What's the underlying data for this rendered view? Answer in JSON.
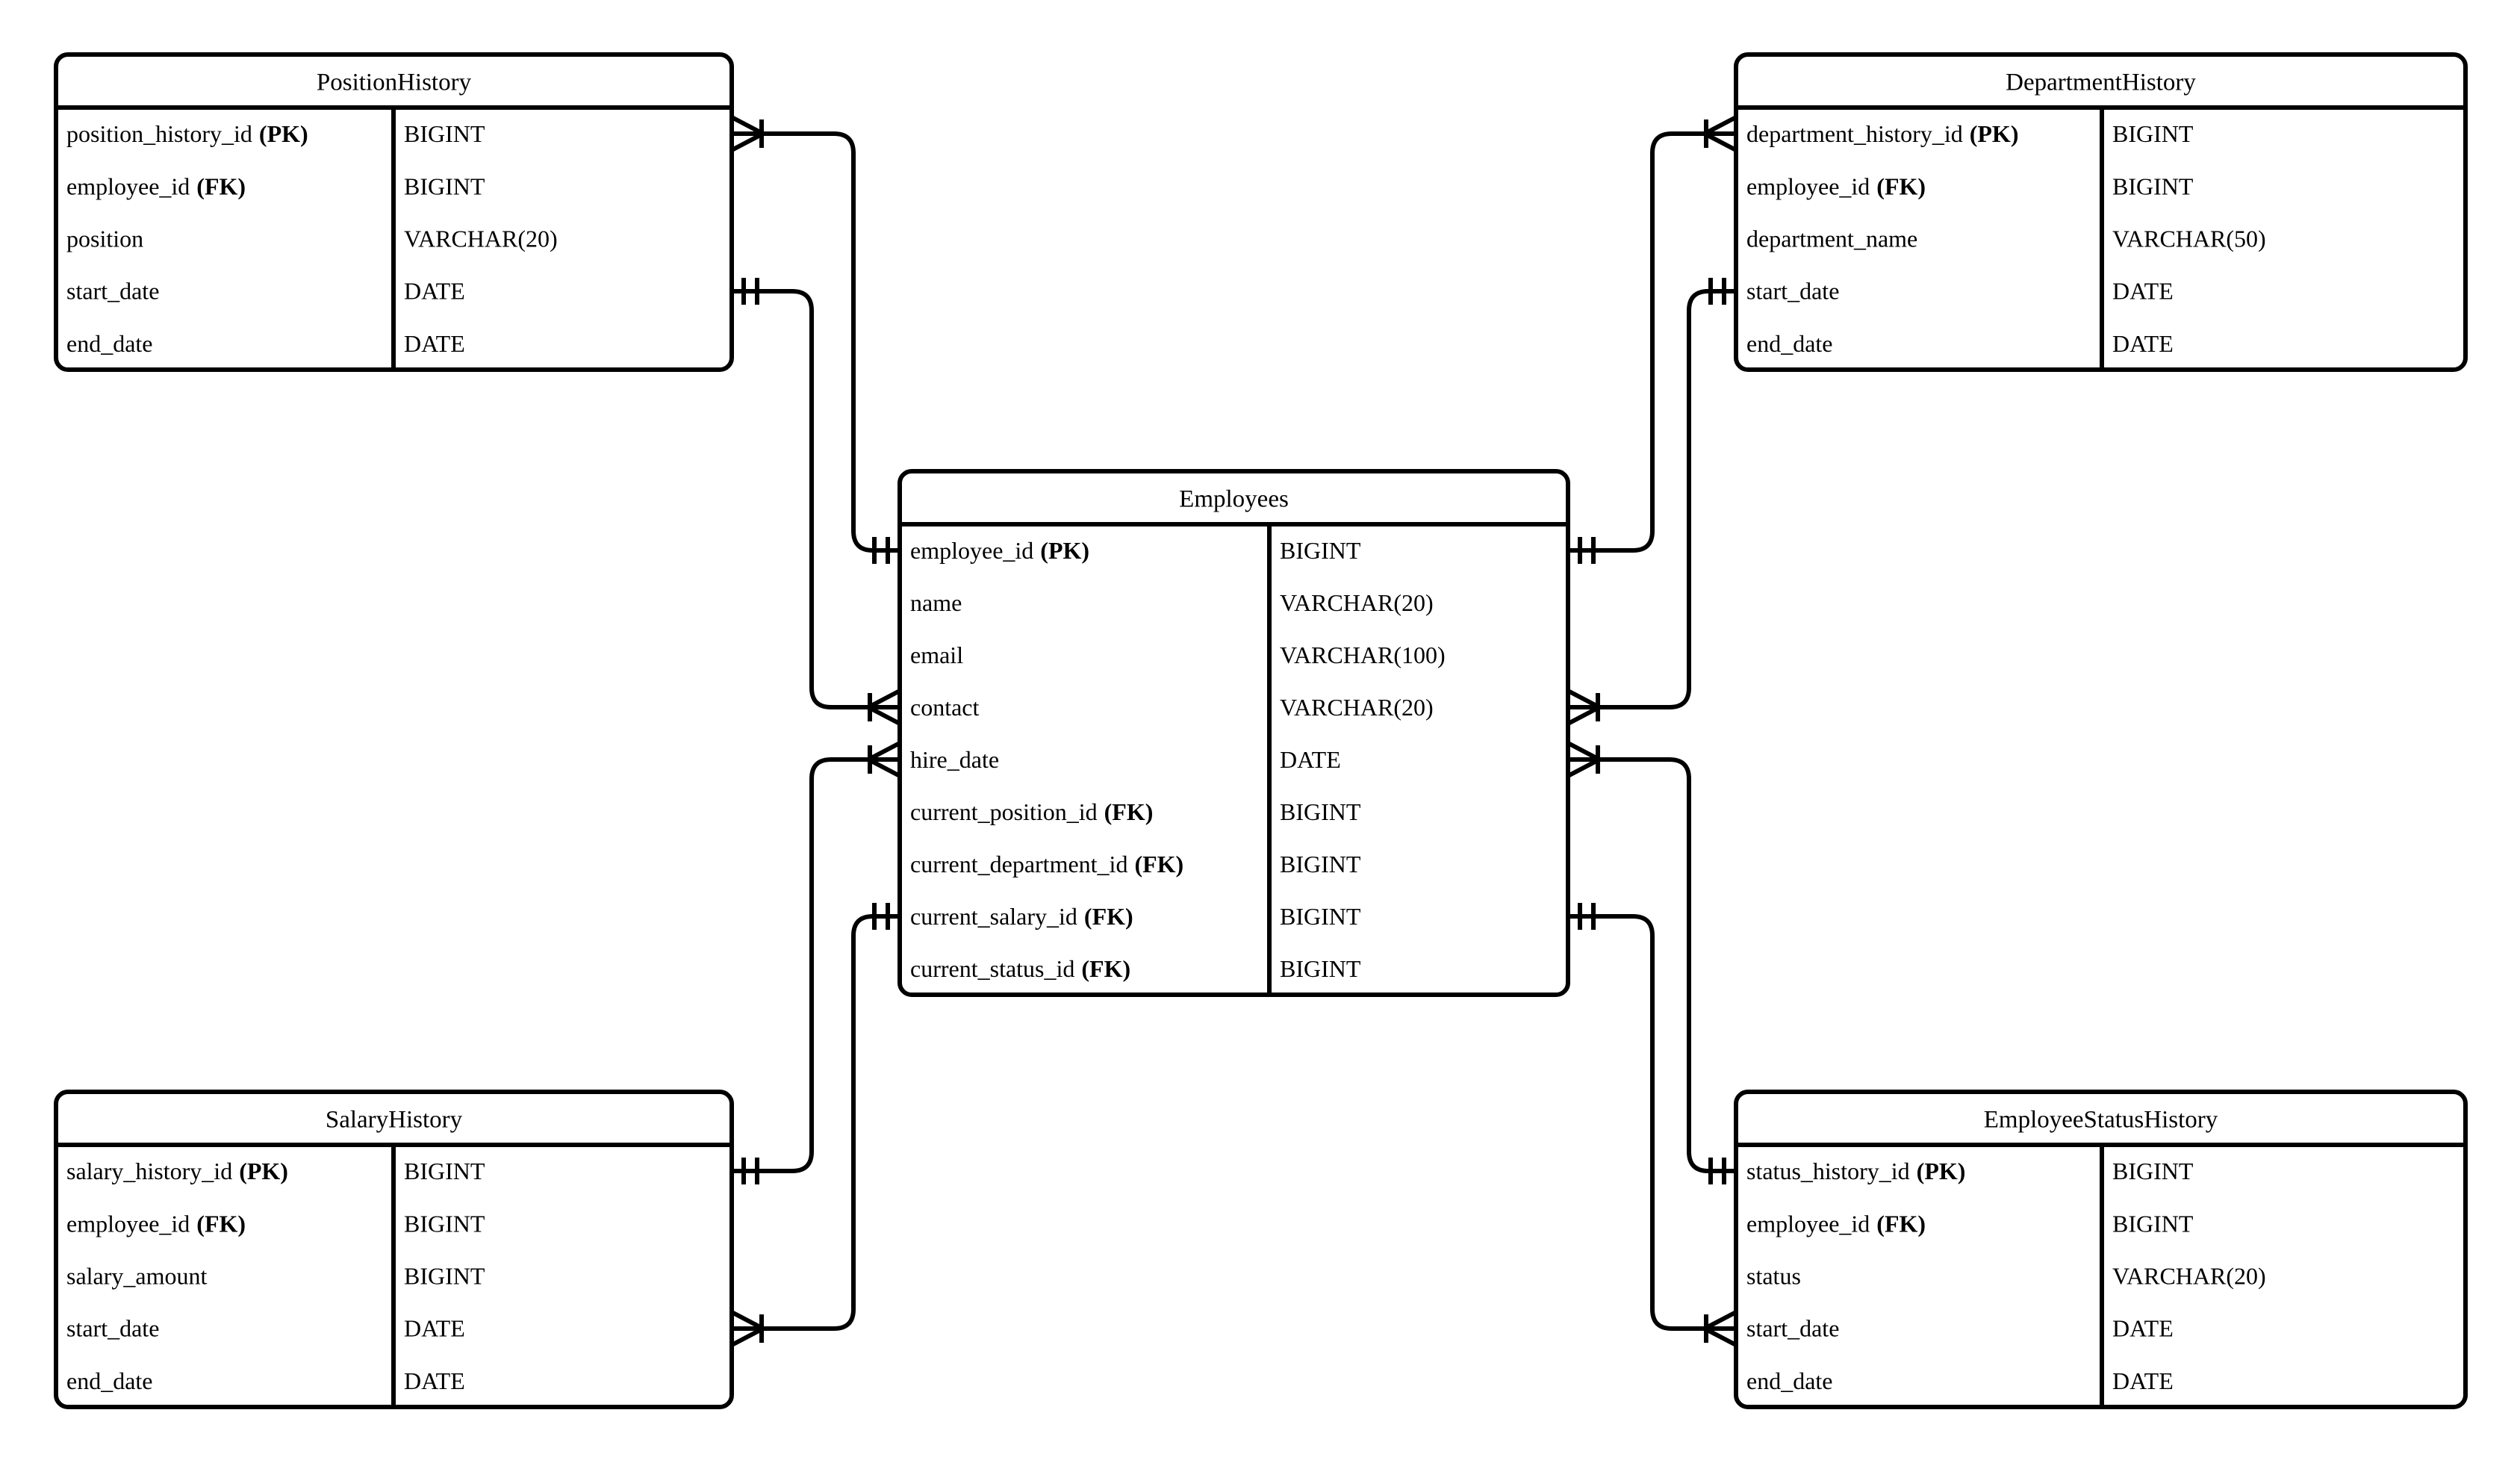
{
  "diagram": {
    "kind": "entity-relationship-diagram",
    "colors": {
      "background": "#ffffff",
      "line": "#000000",
      "text": "#000000"
    },
    "tables": [
      {
        "id": "position-history",
        "title": "PositionHistory",
        "fields": [
          {
            "name": "position_history_id",
            "key_label": "(PK)",
            "type": "BIGINT"
          },
          {
            "name": "employee_id",
            "key_label": "(FK)",
            "type": "BIGINT"
          },
          {
            "name": "position",
            "key_label": "",
            "type": "VARCHAR(20)"
          },
          {
            "name": "start_date",
            "key_label": "",
            "type": "DATE"
          },
          {
            "name": "end_date",
            "key_label": "",
            "type": "DATE"
          }
        ]
      },
      {
        "id": "department-history",
        "title": "DepartmentHistory",
        "fields": [
          {
            "name": "department_history_id",
            "key_label": "(PK)",
            "type": "BIGINT"
          },
          {
            "name": "employee_id",
            "key_label": "(FK)",
            "type": "BIGINT"
          },
          {
            "name": "department_name",
            "key_label": "",
            "type": "VARCHAR(50)"
          },
          {
            "name": "start_date",
            "key_label": "",
            "type": "DATE"
          },
          {
            "name": "end_date",
            "key_label": "",
            "type": "DATE"
          }
        ]
      },
      {
        "id": "employees",
        "title": "Employees",
        "fields": [
          {
            "name": "employee_id",
            "key_label": "(PK)",
            "type": "BIGINT"
          },
          {
            "name": "name",
            "key_label": "",
            "type": "VARCHAR(20)"
          },
          {
            "name": "email",
            "key_label": "",
            "type": "VARCHAR(100)"
          },
          {
            "name": "contact",
            "key_label": "",
            "type": "VARCHAR(20)"
          },
          {
            "name": "hire_date",
            "key_label": "",
            "type": "DATE"
          },
          {
            "name": "current_position_id",
            "key_label": "(FK)",
            "type": "BIGINT"
          },
          {
            "name": "current_department_id",
            "key_label": "(FK)",
            "type": "BIGINT"
          },
          {
            "name": "current_salary_id",
            "key_label": "(FK)",
            "type": "BIGINT"
          },
          {
            "name": "current_status_id",
            "key_label": "(FK)",
            "type": "BIGINT"
          }
        ]
      },
      {
        "id": "salary-history",
        "title": "SalaryHistory",
        "fields": [
          {
            "name": "salary_history_id",
            "key_label": "(PK)",
            "type": "BIGINT"
          },
          {
            "name": "employee_id",
            "key_label": "(FK)",
            "type": "BIGINT"
          },
          {
            "name": "salary_amount",
            "key_label": "",
            "type": "BIGINT"
          },
          {
            "name": "start_date",
            "key_label": "",
            "type": "DATE"
          },
          {
            "name": "end_date",
            "key_label": "",
            "type": "DATE"
          }
        ]
      },
      {
        "id": "employee-status-history",
        "title": "EmployeeStatusHistory",
        "fields": [
          {
            "name": "status_history_id",
            "key_label": "(PK)",
            "type": "BIGINT"
          },
          {
            "name": "employee_id",
            "key_label": "(FK)",
            "type": "BIGINT"
          },
          {
            "name": "status",
            "key_label": "",
            "type": "VARCHAR(20)"
          },
          {
            "name": "start_date",
            "key_label": "",
            "type": "DATE"
          },
          {
            "name": "end_date",
            "key_label": "",
            "type": "DATE"
          }
        ]
      }
    ],
    "relationships": [
      {
        "from_table": "PositionHistory",
        "from_row": "position_history_id",
        "from_cardinality": "many",
        "to_table": "Employees",
        "to_row": "employee_id",
        "to_cardinality": "one"
      },
      {
        "from_table": "PositionHistory",
        "from_row": "start_date",
        "from_cardinality": "one",
        "to_table": "Employees",
        "to_row": "contact",
        "to_cardinality": "many"
      },
      {
        "from_table": "SalaryHistory",
        "from_row": "salary_history_id",
        "from_cardinality": "one",
        "to_table": "Employees",
        "to_row": "hire_date",
        "to_cardinality": "many"
      },
      {
        "from_table": "SalaryHistory",
        "from_row": "start_date",
        "from_cardinality": "many",
        "to_table": "Employees",
        "to_row": "current_salary_id",
        "to_cardinality": "one"
      },
      {
        "from_table": "DepartmentHistory",
        "from_row": "department_history_id",
        "from_cardinality": "many",
        "to_table": "Employees",
        "to_row": "employee_id",
        "to_cardinality": "one"
      },
      {
        "from_table": "DepartmentHistory",
        "from_row": "start_date",
        "from_cardinality": "one",
        "to_table": "Employees",
        "to_row": "contact",
        "to_cardinality": "many"
      },
      {
        "from_table": "EmployeeStatusHistory",
        "from_row": "status_history_id",
        "from_cardinality": "one",
        "to_table": "Employees",
        "to_row": "hire_date",
        "to_cardinality": "many"
      },
      {
        "from_table": "EmployeeStatusHistory",
        "from_row": "start_date",
        "from_cardinality": "many",
        "to_table": "Employees",
        "to_row": "current_salary_id",
        "to_cardinality": "one"
      }
    ]
  }
}
